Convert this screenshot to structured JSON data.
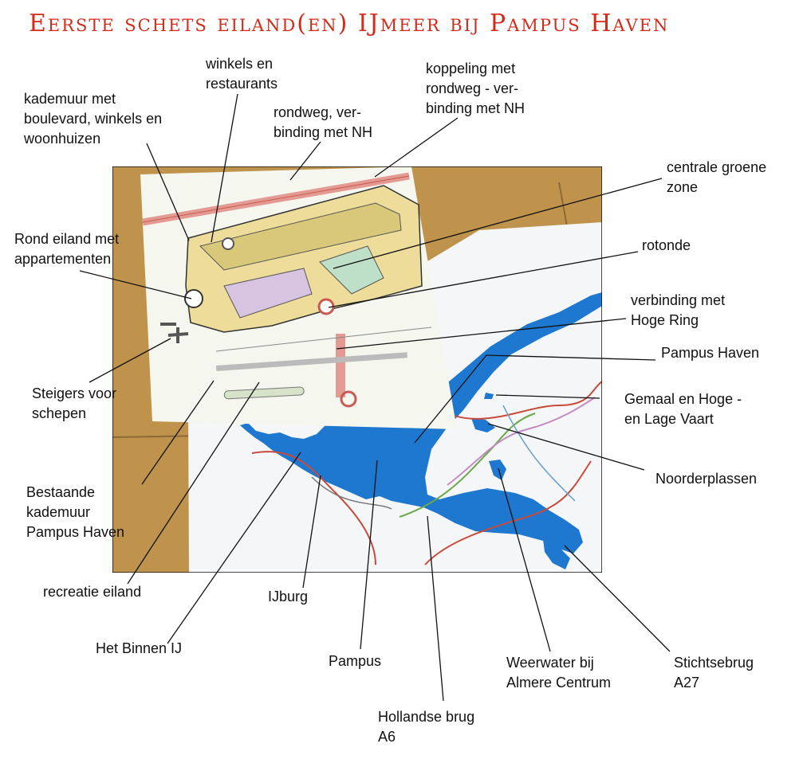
{
  "title": "Eerste schets eiland(en) IJmeer bij Pampus Haven",
  "colors": {
    "title": "#d42a1a",
    "water": "#1e78d0",
    "table": "#c08a3a",
    "sketch_road": "#e39a93"
  },
  "labels": {
    "winkels": [
      "winkels en",
      "restaurants"
    ],
    "koppeling": [
      "koppeling met",
      "rondweg - ver-",
      "binding met NH"
    ],
    "kademuur": [
      "kademuur met",
      "boulevard, winkels en",
      "woonhuizen"
    ],
    "rondweg": [
      "rondweg, ver-",
      "binding met NH"
    ],
    "groene_zone": [
      "centrale groene",
      "zone"
    ],
    "rond_eiland": [
      "Rond eiland met",
      "appartementen"
    ],
    "rotonde": [
      "rotonde"
    ],
    "hoge_ring": [
      "verbinding met",
      "Hoge Ring"
    ],
    "pampus_haven": [
      "Pampus Haven"
    ],
    "gemaal": [
      "Gemaal en Hoge -",
      "en Lage Vaart"
    ],
    "steigers": [
      "Steigers voor",
      "schepen"
    ],
    "noorderplassen": [
      "Noorderplassen"
    ],
    "bestaande": [
      "Bestaande",
      "kademuur",
      "Pampus Haven"
    ],
    "recreatie": [
      "recreatie eiland"
    ],
    "ijburg": [
      "IJburg"
    ],
    "binnen_ij": [
      "Het Binnen IJ"
    ],
    "pampus": [
      "Pampus"
    ],
    "weerwater": [
      "Weerwater bij",
      "Almere Centrum"
    ],
    "stichtsebrug": [
      "Stichtsebrug",
      "A27"
    ],
    "hollandse": [
      "Hollandse brug",
      "A6"
    ]
  }
}
